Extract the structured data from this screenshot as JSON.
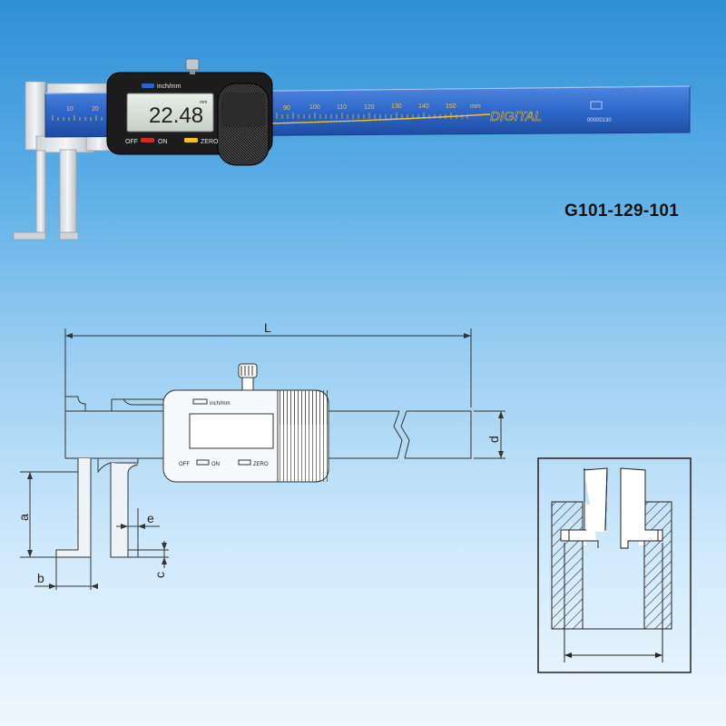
{
  "product": {
    "code": "G101-129-101"
  },
  "photo": {
    "display_reading": "22.48",
    "display_unit": "mm",
    "unit_button_label": "inch/mm",
    "off_label": "OFF",
    "on_label": "ON",
    "zero_label": "ZERO",
    "brand_text": "DIGITAL",
    "serial_text": "00000130",
    "scale_unit": "mm",
    "scale_labels_left": [
      "10",
      "20"
    ],
    "scale_labels_right": [
      "90",
      "100",
      "110",
      "120",
      "130",
      "140",
      "150"
    ],
    "colors": {
      "beam": "#2e66c9",
      "beam_dark": "#1d4c9e",
      "scale_text": "#f1c232",
      "button_off": "#d22a2a",
      "button_zero": "#f2c21c",
      "button_unit": "#2a62d6"
    }
  },
  "drawing": {
    "dimension_L": "L",
    "dimension_d": "d",
    "dimension_a": "a",
    "dimension_b": "b",
    "dimension_c": "c",
    "dimension_e": "e",
    "unit_label": "inch/mm",
    "off_label": "OFF",
    "on_label": "ON",
    "zero_label": "ZERO"
  }
}
